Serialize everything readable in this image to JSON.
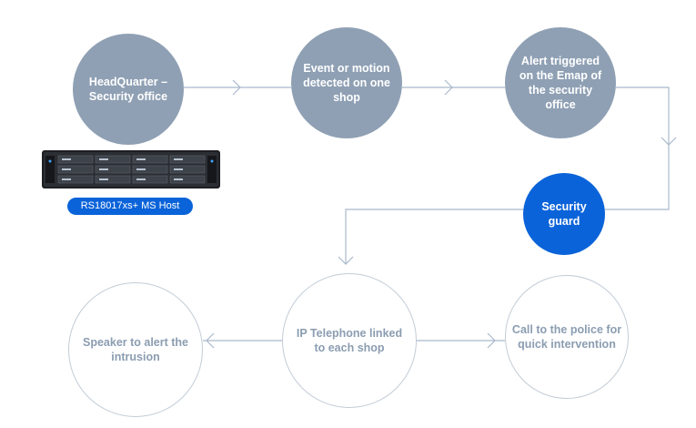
{
  "nodes": {
    "headquarter": "HeadQuarter – Security office",
    "event": "Event or motion detected on one shop",
    "alert": "Alert triggered on the Emap of the security office",
    "guard": "Security guard",
    "speaker": "Speaker to alert the intrusion",
    "telephone": "IP Telephone linked to each shop",
    "police": "Call to the police for quick intervention"
  },
  "host": {
    "label": "RS18017xs+  MS Host",
    "image_icon": "rack-server-icon"
  },
  "colors": {
    "filled_node": "#8fa0b4",
    "accent": "#0a63d9",
    "outline_node_border": "#c3ccd6",
    "outline_text": "#8b9db1",
    "connector": "#a9b9cc"
  }
}
